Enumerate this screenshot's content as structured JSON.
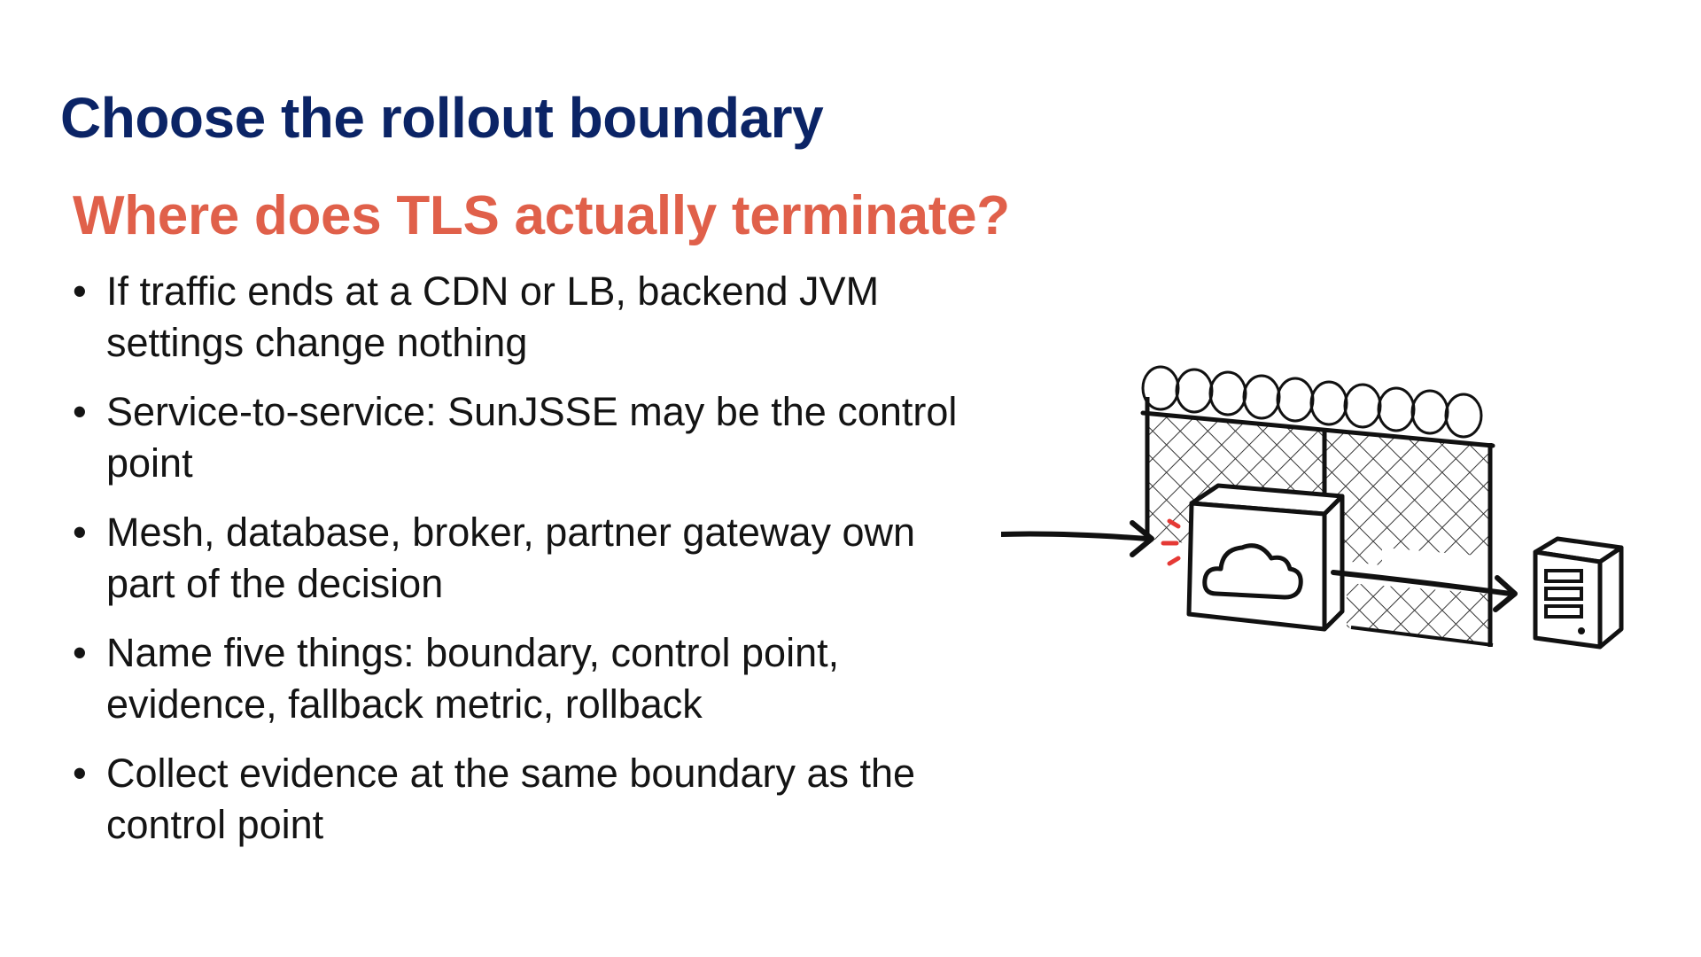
{
  "slide": {
    "title": "Choose the rollout boundary",
    "subtitle": "Where does TLS actually terminate?",
    "bullets": [
      {
        "text": "If traffic ends at a CDN or LB, backend JVM settings change nothing"
      },
      {
        "text": "Service-to-service: SunJSSE may be the control point"
      },
      {
        "text": "Mesh, database, broker, partner gateway own part of the decision"
      },
      {
        "text": "Name five things: boundary, control point, evidence, fallback metric, rollback"
      },
      {
        "text": "Collect evidence at the same boundary as the control point"
      }
    ]
  },
  "illustration": {
    "icons": [
      "barbed-wire-fence-icon",
      "arrow-right-icon",
      "cloud-box-icon",
      "server-tower-icon"
    ],
    "colors": {
      "ink": "#111111",
      "accent_red": "#e53935"
    }
  },
  "colors": {
    "title": "#0b2466",
    "subtitle": "#e0604a",
    "body": "#141414",
    "background": "#ffffff"
  }
}
